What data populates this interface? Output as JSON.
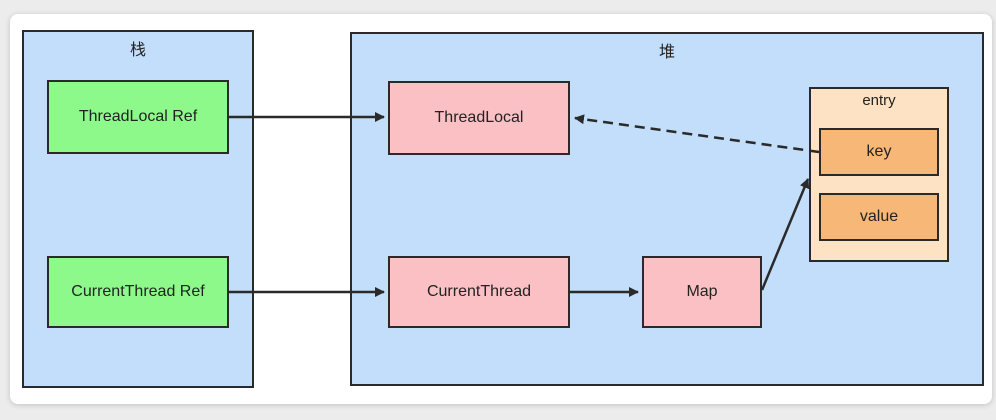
{
  "regions": {
    "stack_label": "栈",
    "heap_label": "堆"
  },
  "stack": {
    "threadlocal_ref": "ThreadLocal Ref",
    "currentthread_ref": "CurrentThread Ref"
  },
  "heap": {
    "threadlocal": "ThreadLocal",
    "currentthread": "CurrentThread",
    "map": "Map",
    "entry": {
      "title": "entry",
      "key": "key",
      "value": "value"
    }
  },
  "colors": {
    "region_fill": "#c2defb",
    "ref_box_fill": "#8cf98a",
    "object_box_fill": "#fbc0c4",
    "entry_fill": "#fde2c3",
    "entry_field_fill": "#f7b877",
    "stroke": "#2a2a2a"
  }
}
